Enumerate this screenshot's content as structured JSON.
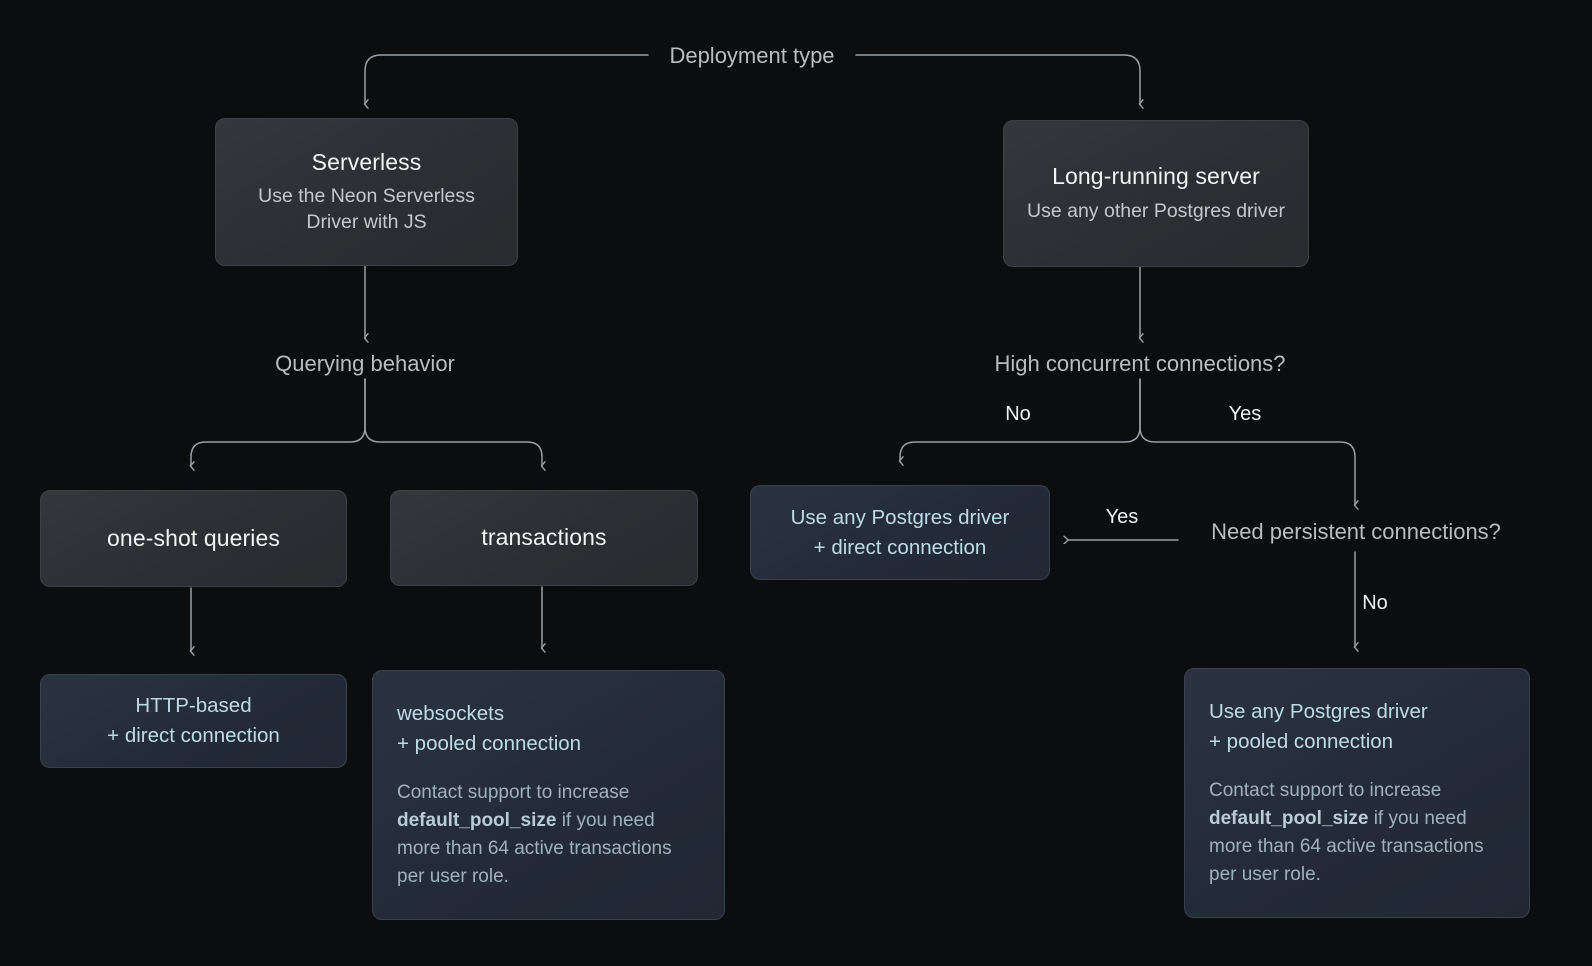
{
  "theme": {
    "canvas_bg": "#0c0d0e",
    "gray_node_bg": "#2e3034",
    "blue_node_bg": "#242b38",
    "wire_color": "#9aa0a6",
    "accent_text": "#bddbe6"
  },
  "diagram": {
    "root_label": "Deployment type",
    "nodes": {
      "serverless": {
        "title": "Serverless",
        "subtitle": "Use the Neon Serverless Driver with JS"
      },
      "long_running": {
        "title": "Long-running server",
        "subtitle": "Use any other Postgres driver"
      },
      "querying_behavior": {
        "label": "Querying behavior"
      },
      "high_concurrent": {
        "label": "High concurrent connections?"
      },
      "need_persistent": {
        "label": "Need persistent connections?"
      },
      "one_shot": {
        "title": "one-shot queries"
      },
      "transactions": {
        "title": "transactions"
      },
      "http_direct": {
        "line1": "HTTP-based",
        "line2": "+ direct connection"
      },
      "websockets_pooled": {
        "line1": "websockets",
        "line2": "+ pooled connection",
        "note_before": "Contact support to increase ",
        "note_code": "default_pool_size",
        "note_after": " if you need more than 64 active transactions per user role."
      },
      "driver_direct": {
        "line1": "Use any Postgres driver",
        "line2": "+ direct connection"
      },
      "driver_pooled": {
        "line1": "Use any Postgres driver",
        "line2": "+ pooled connection",
        "note_before": "Contact support to increase ",
        "note_code": "default_pool_size",
        "note_after": " if you need more than 64 active transactions per user role."
      }
    },
    "edge_labels": {
      "concurrent_no": "No",
      "concurrent_yes": "Yes",
      "persistent_yes": "Yes",
      "persistent_no": "No"
    }
  }
}
